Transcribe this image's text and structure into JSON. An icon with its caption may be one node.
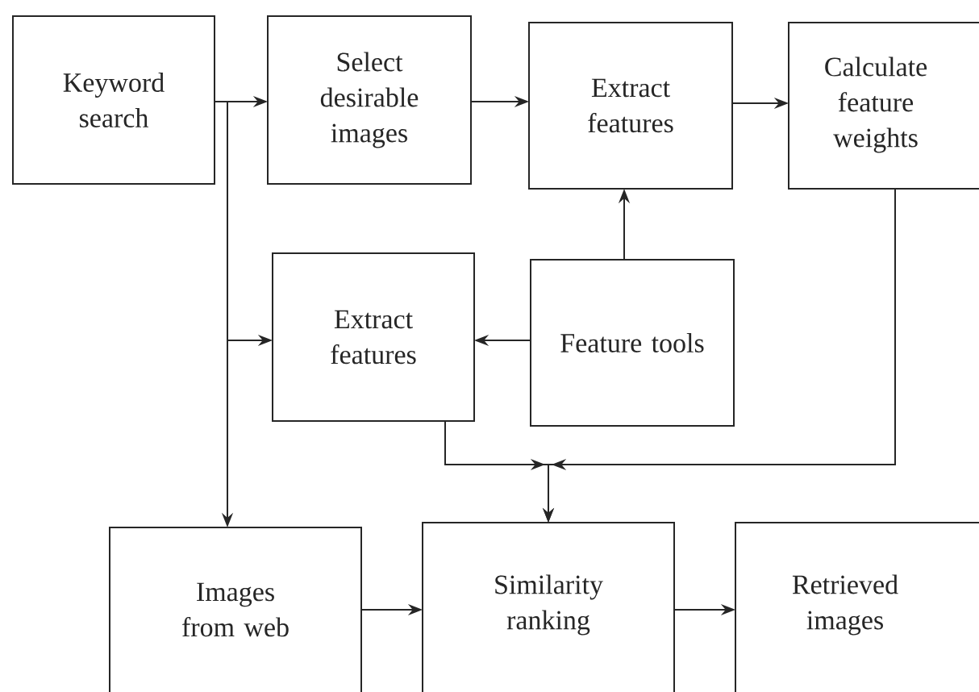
{
  "diagram": {
    "nodes": [
      {
        "text": [
          "Keyword search"
        ]
      },
      {
        "text": [
          "Select desirable images"
        ]
      },
      {
        "text": [
          "Extract features"
        ]
      },
      {
        "text": [
          "Calculate feature weights"
        ]
      },
      {
        "text": [
          "Extract features"
        ]
      },
      {
        "text": [
          "Feature tools"
        ]
      },
      {
        "text": [
          "Images from web"
        ]
      },
      {
        "text": [
          "Similarity ranking"
        ]
      },
      {
        "text": [
          "Retrieved images"
        ]
      }
    ],
    "edges": [
      {
        "from": 0,
        "to": 1,
        "arrow": "to"
      },
      {
        "from": 1,
        "to": 2,
        "arrow": "to"
      },
      {
        "from": 2,
        "to": 3,
        "arrow": "to"
      },
      {
        "from": 5,
        "to": 2,
        "arrow": "to"
      },
      {
        "from": 5,
        "to": 4,
        "arrow": "to"
      },
      {
        "from": 0,
        "to": 4,
        "arrow": "to"
      },
      {
        "from": 0,
        "to": 6,
        "arrow": "to"
      },
      {
        "from": 4,
        "to": 7,
        "arrow": "to"
      },
      {
        "from": 3,
        "to": 7,
        "arrow": "to"
      },
      {
        "from": 6,
        "to": 7,
        "arrow": "to"
      },
      {
        "from": 7,
        "to": 8,
        "arrow": "to"
      }
    ]
  }
}
